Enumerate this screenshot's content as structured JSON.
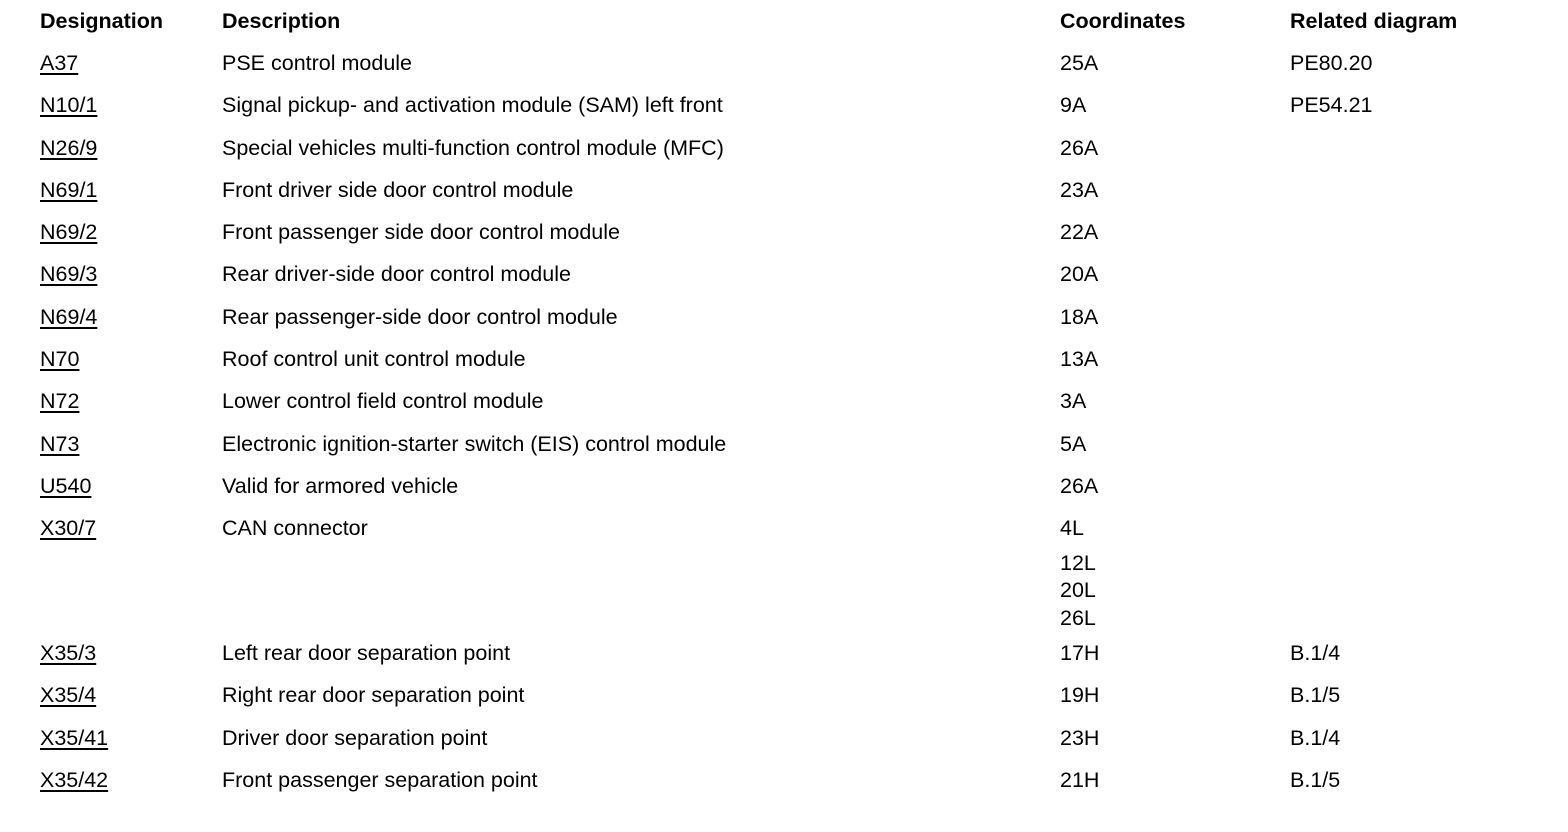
{
  "table": {
    "columns": [
      {
        "key": "designation",
        "label": "Designation"
      },
      {
        "key": "description",
        "label": "Description"
      },
      {
        "key": "coordinates",
        "label": "Coordinates"
      },
      {
        "key": "diagram",
        "label": "Related diagram"
      }
    ],
    "rows": [
      {
        "designation": "A37",
        "description": "PSE control module",
        "coordinates": [
          "25A"
        ],
        "diagram": "PE80.20"
      },
      {
        "designation": "N10/1",
        "description": "Signal pickup- and activation module (SAM) left front",
        "coordinates": [
          "9A"
        ],
        "diagram": "PE54.21"
      },
      {
        "designation": "N26/9",
        "description": "Special vehicles multi-function control module (MFC)",
        "coordinates": [
          "26A"
        ],
        "diagram": ""
      },
      {
        "designation": "N69/1",
        "description": "Front driver side door control module",
        "coordinates": [
          "23A"
        ],
        "diagram": ""
      },
      {
        "designation": "N69/2",
        "description": "Front passenger side door control module",
        "coordinates": [
          "22A"
        ],
        "diagram": ""
      },
      {
        "designation": "N69/3",
        "description": "Rear driver-side door control module",
        "coordinates": [
          "20A"
        ],
        "diagram": ""
      },
      {
        "designation": "N69/4",
        "description": "Rear passenger-side door control module",
        "coordinates": [
          "18A"
        ],
        "diagram": ""
      },
      {
        "designation": "N70",
        "description": "Roof control unit control module",
        "coordinates": [
          "13A"
        ],
        "diagram": ""
      },
      {
        "designation": "N72",
        "description": "Lower control field control module",
        "coordinates": [
          "3A"
        ],
        "diagram": ""
      },
      {
        "designation": "N73",
        "description": "Electronic ignition-starter switch (EIS) control module",
        "coordinates": [
          "5A"
        ],
        "diagram": ""
      },
      {
        "designation": "U540",
        "description": "Valid for armored vehicle",
        "coordinates": [
          "26A"
        ],
        "diagram": ""
      },
      {
        "designation": "X30/7",
        "description": "CAN connector",
        "coordinates": [
          "4L",
          "12L",
          "20L",
          "26L"
        ],
        "diagram": ""
      },
      {
        "designation": "X35/3",
        "description": "Left rear door separation point",
        "coordinates": [
          "17H"
        ],
        "diagram": "B.1/4"
      },
      {
        "designation": "X35/4",
        "description": "Right rear door separation point",
        "coordinates": [
          "19H"
        ],
        "diagram": "B.1/5"
      },
      {
        "designation": "X35/41",
        "description": "Driver door separation point",
        "coordinates": [
          "23H"
        ],
        "diagram": "B.1/4"
      },
      {
        "designation": "X35/42",
        "description": "Front passenger separation point",
        "coordinates": [
          "21H"
        ],
        "diagram": "B.1/5"
      }
    ]
  },
  "style": {
    "background": "#ffffff",
    "text_color": "#000000"
  }
}
